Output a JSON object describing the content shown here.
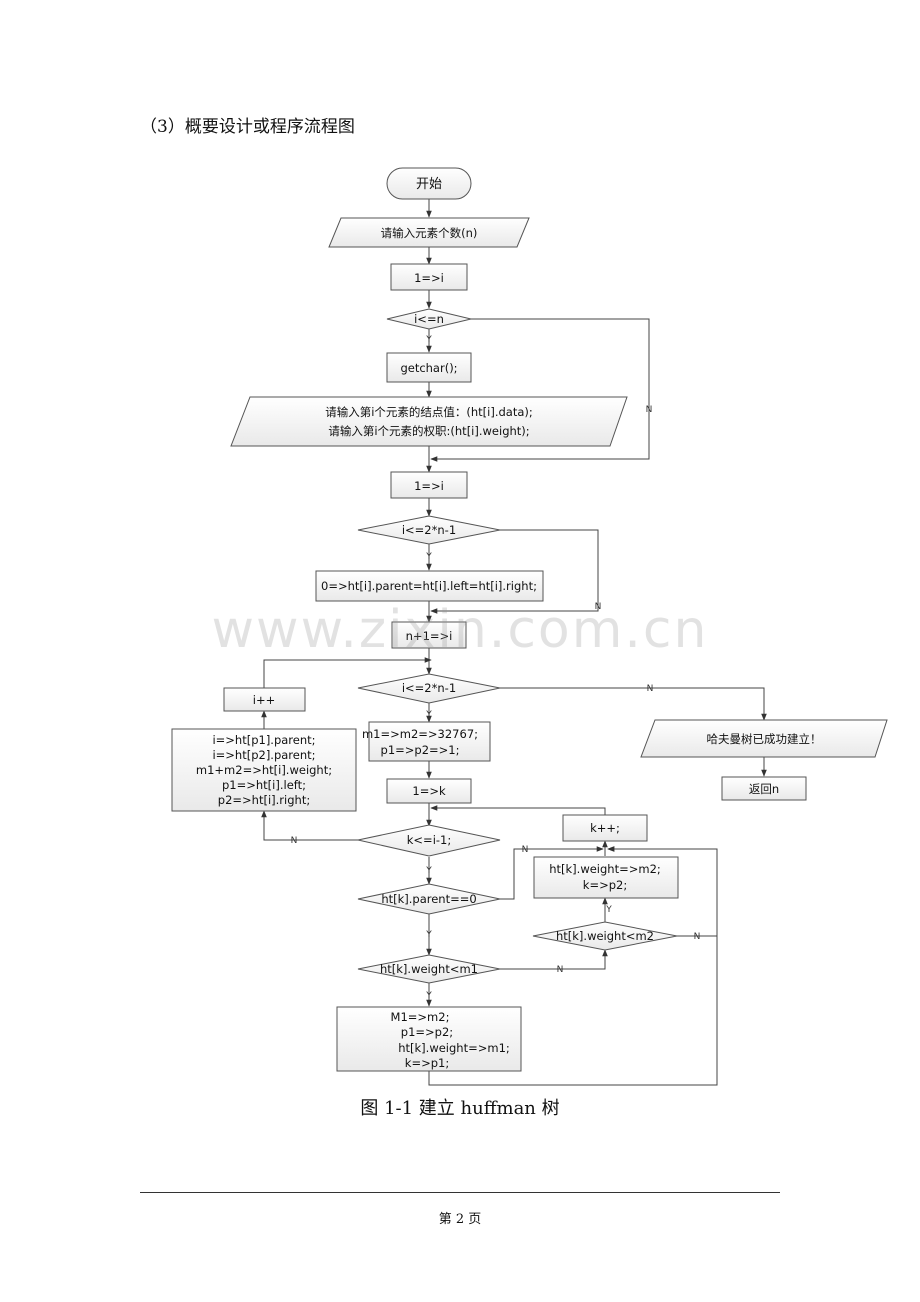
{
  "heading": "（3）概要设计或程序流程图",
  "watermark": "www.zixin.com.cn",
  "caption": "图 1-1  建立 huffman 树",
  "footer": {
    "page_number": "第 2 页"
  },
  "flowchart": {
    "start": "开始",
    "input_n": "请输入元素个数(n)",
    "init_i_1": "1=>i",
    "cond_i_le_n": "i<=n",
    "getchar": "getchar();",
    "input_node_line1": "请输入第i个元素的结点值：(ht[i].data);",
    "input_node_line2": "请输入第i个元素的权职:(ht[i].weight);",
    "init_i_2": "1=>i",
    "cond_i_le_2n1_a": "i<=2*n-1",
    "zero_assign": "0=>ht[i].parent=ht[i].left=ht[i].right;",
    "n1_to_i": "n+1=>i",
    "i_inc": "i++",
    "cond_i_le_2n1_b": "i<=2*n-1",
    "m_init_line1": "m1=>m2=>32767;",
    "m_init_line2": "p1=>p2=>1;",
    "k_init": "1=>k",
    "cond_k_le_i1": "k<=i-1;",
    "assign_line1": "i=>ht[p1].parent;",
    "assign_line2": "i=>ht[p2].parent;",
    "assign_line3": "m1+m2=>ht[i].weight;",
    "assign_line4": "p1=>ht[i].left;",
    "assign_line5": "p2=>ht[i].right;",
    "huffman_done": "哈夫曼树已成功建立！",
    "return_n": "返回n",
    "k_inc": "k++;",
    "m2_assign_line1": "ht[k].weight=>m2;",
    "m2_assign_line2": "k=>p2;",
    "cond_parent_zero": "ht[k].parent==0",
    "cond_weight_lt_m2": "ht[k].weight<m2",
    "cond_weight_lt_m1": "ht[k].weight<m1",
    "m1_assign_line1": "M1=>m2;",
    "m1_assign_line2": "p1=>p2;",
    "m1_assign_line3": "ht[k].weight=>m1;",
    "m1_assign_line4": "k=>p1;",
    "label_yes": "Y",
    "label_no": "N"
  }
}
